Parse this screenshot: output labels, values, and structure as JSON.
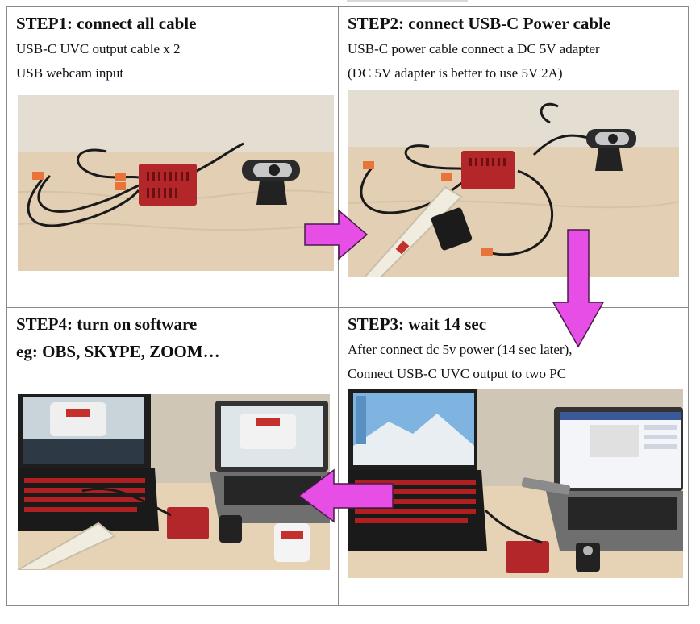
{
  "steps": {
    "step1": {
      "title": "STEP1: connect all cable",
      "lines": [
        "USB-C UVC output cable x 2",
        "USB webcam input"
      ],
      "photo_icon": "device-cables-webcam-photo"
    },
    "step2": {
      "title": "STEP2: connect USB-C Power cable",
      "lines": [
        "  USB-C power cable connect a DC 5V adapter",
        "(DC 5V adapter is better to use 5V 2A)"
      ],
      "photo_icon": "power-strip-adapter-photo"
    },
    "step3": {
      "title": "STEP3: wait 14 sec",
      "lines": [
        "After connect dc 5v power (14 sec later),",
        "Connect USB-C UVC output to two PC"
      ],
      "photo_icon": "two-laptops-connected-photo"
    },
    "step4": {
      "title": "STEP4: turn on software",
      "subtitle": "eg: OBS, SKYPE, ZOOM…",
      "photo_icon": "laptops-running-software-photo"
    }
  },
  "colors": {
    "arrow": "#e64ee6",
    "arrow_outline": "#4a1a4a",
    "device_red": "#b3262a",
    "cable_orange": "#e8743a",
    "table_wood": "#e7d6bf",
    "wall": "#d8d2c8"
  }
}
